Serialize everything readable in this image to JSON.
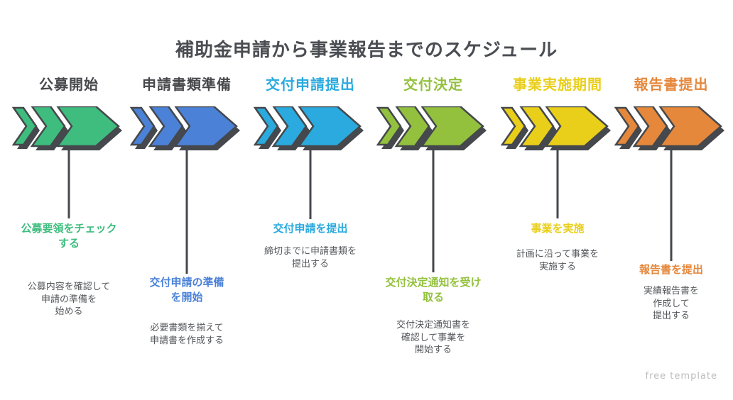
{
  "title": "補助金申請から事業報告までのスケジュール",
  "watermark": "free template",
  "arrow_shadow_color": "#45484c",
  "columns": [
    {
      "header": "公募開始",
      "color": "#3ebd7e",
      "header_color": "#47494d",
      "highlight": "公募要領をチェック\nする",
      "description": "公募内容を確認して\n申請の準備を\n始める"
    },
    {
      "header": "申請書類準備",
      "color": "#4b82d8",
      "header_color": "#47494d",
      "highlight": "交付申請の準備\nを開始",
      "description": "必要書類を揃えて\n申請書を作成する"
    },
    {
      "header": "交付申請提出",
      "color": "#2aaade",
      "header_color": "#2aaade",
      "highlight": "交付申請を提出",
      "description": "締切までに申請書類を\n提出する"
    },
    {
      "header": "交付決定",
      "color": "#93c13d",
      "header_color": "#93c13d",
      "highlight": "交付決定通知を受け\n取る",
      "description": "交付決定通知書を\n確認して事業を\n開始する"
    },
    {
      "header": "事業実施期間",
      "color": "#e9cf1a",
      "header_color": "#e9cf1a",
      "highlight": "事業を実施",
      "description": "計画に沿って事業を\n実施する"
    },
    {
      "header": "報告書提出",
      "color": "#e5883c",
      "header_color": "#e5883c",
      "highlight": "報告書を提出",
      "description": "実績報告書を\n作成して\n提出する"
    }
  ]
}
